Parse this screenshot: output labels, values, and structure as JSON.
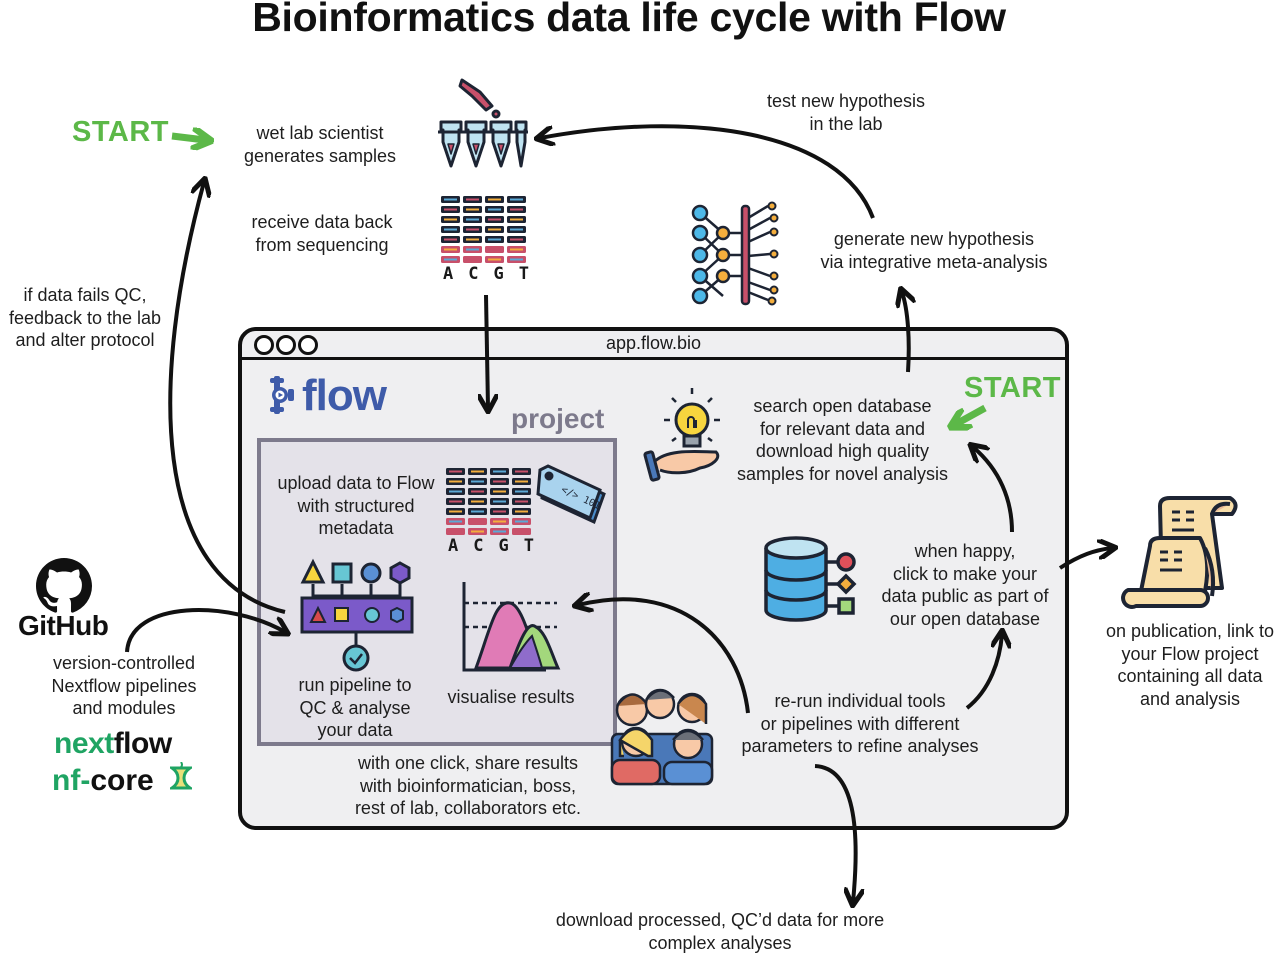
{
  "title": "Bioinformatics data life cycle with Flow",
  "colors": {
    "start_green": "#5cb848",
    "flow_blue": "#3e5ba9",
    "project_gray": "#7d7a8c",
    "window_bg": "#efeff1",
    "project_bg": "#e4e2e9",
    "nextflow_green": "#1fa463"
  },
  "start_labels": {
    "top_left": "START",
    "in_window": "START"
  },
  "steps": {
    "wet_lab": "wet lab scientist\ngenerates samples",
    "receive_data": "receive data back\nfrom sequencing",
    "test_hypothesis": "test new hypothesis\nin the lab",
    "generate_hypothesis": "generate new hypothesis\nvia integrative meta-analysis",
    "qc_fail": "if data fails QC,\nfeedback to the lab\nand alter protocol",
    "search_db": "search open database\nfor relevant data and\ndownload high quality\nsamples for novel analysis",
    "upload": "upload data to Flow\nwith structured\nmetadata",
    "run_pipeline": "run pipeline to\nQC & analyse\nyour data",
    "visualise": "visualise results",
    "make_public": "when happy,\nclick to make your\ndata public as part of\nour open database",
    "share": "with one click, share results\nwith bioinformatician, boss,\nrest of lab, collaborators etc.",
    "rerun": "re-run individual tools\nor pipelines with different\nparameters to refine analyses",
    "publication": "on publication, link to\nyour Flow project\ncontaining all data\nand analysis",
    "github_desc": "version-controlled\nNextflow pipelines\nand modules",
    "download": "download processed, QC’d data for more\ncomplex analyses"
  },
  "window": {
    "url": "app.flow.bio",
    "logo_text": "flow",
    "project_label": "project"
  },
  "sequence_letters": [
    "A",
    "C",
    "G",
    "T"
  ],
  "logos": {
    "github": "GitHub",
    "nextflow_a": "next",
    "nextflow_b": "flow",
    "nfcore_a": "nf-",
    "nfcore_b": "core"
  },
  "icons": [
    "pipette-tubes-icon",
    "sequence-reads-icon",
    "neural-network-icon",
    "lightbulb-hand-icon",
    "metadata-tag-icon",
    "pipeline-icon",
    "distribution-chart-icon",
    "database-icon",
    "team-people-icon",
    "scroll-publication-icon",
    "github-icon",
    "apple-core-icon"
  ]
}
